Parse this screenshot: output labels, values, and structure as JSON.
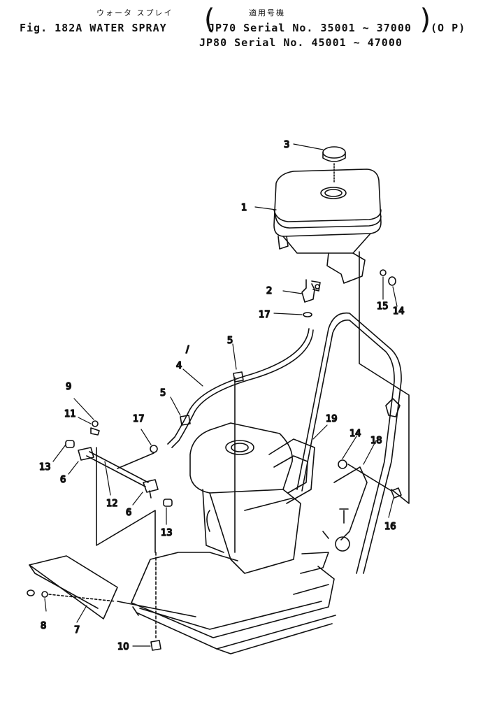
{
  "header": {
    "caption_jp": "ウォータ スプレイ",
    "applicable_jp": "適用号機",
    "fig_title": "Fig. 182A WATER SPRAY",
    "serial_line1": "JP70 Serial No. 35001 ~ 37000",
    "serial_line2": "JP80 Serial No. 45001 ~ 47000",
    "option": "(O P)"
  },
  "callouts": [
    "1",
    "2",
    "3",
    "4",
    "5",
    "5",
    "6",
    "6",
    "7",
    "8",
    "9",
    "10",
    "11",
    "12",
    "13",
    "13",
    "14",
    "14",
    "15",
    "16",
    "17",
    "17",
    "18",
    "19",
    "/"
  ]
}
